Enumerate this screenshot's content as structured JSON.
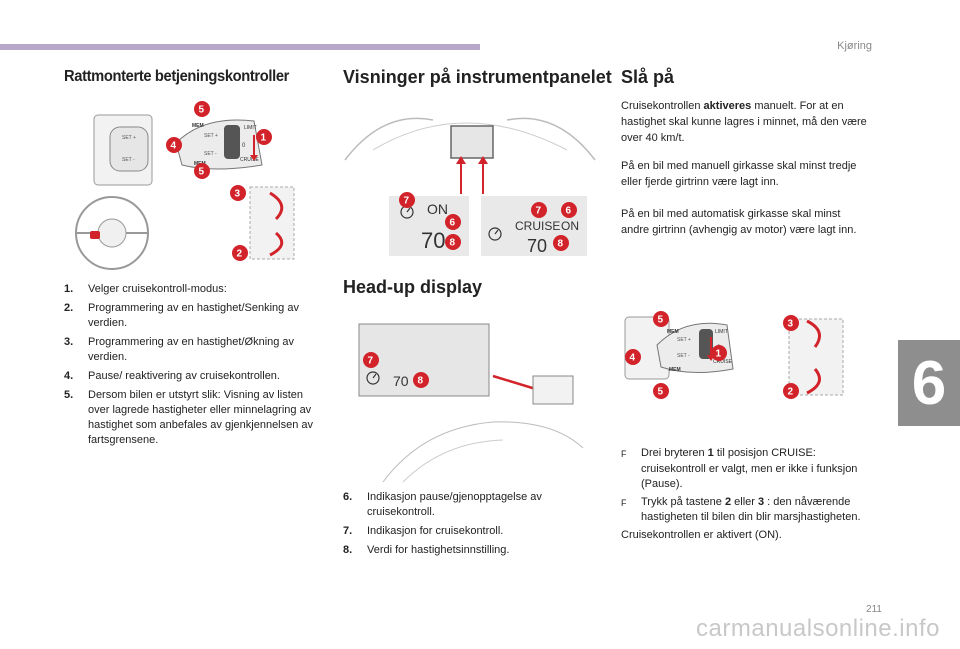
{
  "header": {
    "chapter": "Kjøring"
  },
  "chapter_tab": "6",
  "page_number": "211",
  "watermark": "carmanualsonline.info",
  "col1": {
    "heading": "Rattmonterte betjeningskontroller",
    "items": [
      {
        "num": "1.",
        "text": "Velger cruisekontroll-modus:"
      },
      {
        "num": "2.",
        "text": "Programmering av en hastighet/Senking av verdien."
      },
      {
        "num": "3.",
        "text": "Programmering av en hastighet/Økning av verdien."
      },
      {
        "num": "4.",
        "text": "Pause/ reaktivering av cruisekontrollen."
      },
      {
        "num": "5.",
        "text": "Dersom bilen er utstyrt slik: Visning av listen over lagrede hastigheter eller minnelagring av hastighet som anbefales av gjenkjennelsen av fartsgrensene."
      }
    ],
    "figure": {
      "stalk_labels": {
        "mem": "MEM",
        "set_plus": "SET +",
        "set_minus": "SET -",
        "limit": "LIMIT",
        "cruise": "CRUISE",
        "zero": "0"
      },
      "callouts": {
        "c5a": "5",
        "c4": "4",
        "c1": "1",
        "c5b": "5",
        "c3": "3",
        "c2": "2"
      }
    }
  },
  "col2": {
    "heading": "Visninger på instrumentpanelet",
    "cluster_figure": {
      "panel_left": {
        "on": "ON",
        "speed": "70",
        "c7": "7",
        "c6": "6",
        "c8": "8"
      },
      "panel_right": {
        "cruise": "CRUISE",
        "on": "ON",
        "speed": "70",
        "c7": "7",
        "c6": "6",
        "c8": "8"
      }
    },
    "hud_heading": "Head-up display",
    "hud_figure": {
      "speed": "70",
      "c7": "7",
      "c8": "8"
    },
    "items": [
      {
        "num": "6.",
        "text": "Indikasjon pause/gjenopptagelse av cruisekontroll."
      },
      {
        "num": "7.",
        "text": "Indikasjon for cruisekontroll."
      },
      {
        "num": "8.",
        "text": "Verdi for hastighetsinnstilling."
      }
    ]
  },
  "col3": {
    "heading": "Slå på",
    "p1_before": "Cruisekontrollen ",
    "p1_bold": "aktiveres",
    "p1_after": " manuelt. For at en hastighet skal kunne lagres i minnet, må den være over 40 km/t.",
    "p2": "På en bil med manuell girkasse skal minst tredje eller fjerde girtrinn være lagt inn.",
    "p3": "På en bil med automatisk girkasse skal minst andre girtrinn (avhengig av motor) være lagt inn.",
    "figure": {
      "stalk_labels": {
        "mem": "MEM",
        "set_plus": "SET +",
        "set_minus": "SET -",
        "limit": "LIMIT",
        "cruise": "CRUISE",
        "zero": "0"
      },
      "callouts": {
        "c5a": "5",
        "c4": "4",
        "c1": "1",
        "c5b": "5",
        "c3": "3",
        "c2": "2"
      }
    },
    "bullets": [
      {
        "marker": "F",
        "before": "Drei bryteren ",
        "bold": "1",
        "after": " til posisjon CRUISE: cruisekontroll er valgt, men er ikke i funksjon (Pause)."
      },
      {
        "marker": "F",
        "before": "Trykk på tastene ",
        "bold": "2",
        "mid": " eller ",
        "bold2": "3",
        "after": " : den nåværende hastigheten til bilen din blir marsjhastigheten."
      }
    ],
    "closing": "Cruisekontrollen er aktivert (ON)."
  },
  "colors": {
    "callout_red": "#d2232a",
    "accent_rule": "#b8a8c9",
    "tab_gray": "#8e8e8e"
  }
}
